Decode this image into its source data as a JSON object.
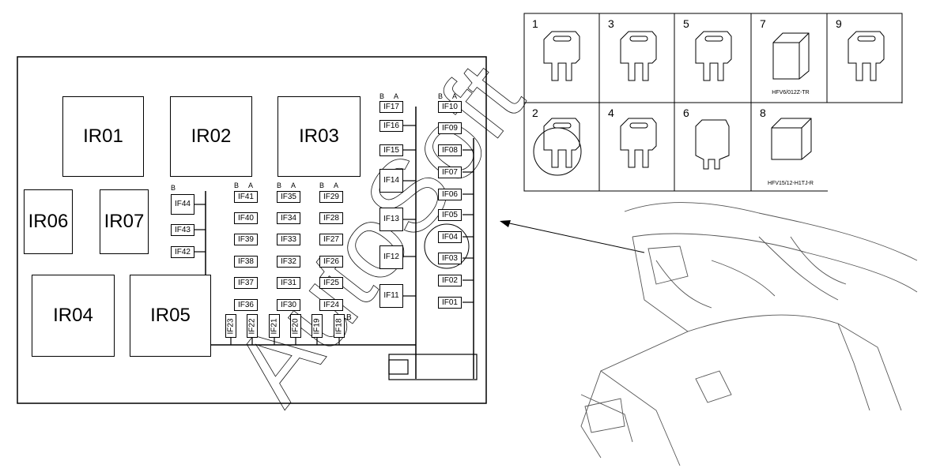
{
  "relays": [
    "IR01",
    "IR02",
    "IR03",
    "IR04",
    "IR05",
    "IR06",
    "IR07"
  ],
  "fuses_right": [
    "IF10",
    "IF09",
    "IF08",
    "IF07",
    "IF06",
    "IF05",
    "IF04",
    "IF03",
    "IF02",
    "IF01"
  ],
  "fuses_mid_col": [
    "IF17",
    "IF16",
    "IF15",
    "IF14",
    "IF13",
    "IF12",
    "IF11"
  ],
  "fuses_grid_col1": [
    "IF41",
    "IF40",
    "IF39",
    "IF38",
    "IF37",
    "IF36"
  ],
  "fuses_grid_col2": [
    "IF35",
    "IF34",
    "IF33",
    "IF32",
    "IF31",
    "IF30"
  ],
  "fuses_grid_col3": [
    "IF29",
    "IF28",
    "IF27",
    "IF26",
    "IF25",
    "IF24"
  ],
  "fuses_left_col": [
    "IF44",
    "IF43",
    "IF42"
  ],
  "fuses_vertical": [
    "IF23",
    "IF22",
    "IF21",
    "IF20",
    "IF19",
    "IF18"
  ],
  "terminal_labels": {
    "b": "B",
    "a": "A",
    "ba": "B  A"
  },
  "parts_numbers": [
    "1",
    "3",
    "5",
    "7",
    "9",
    "2",
    "4",
    "6",
    "8"
  ],
  "part_labels": {
    "p7": "HFV6/012Z-TR",
    "p8": "HFV15/12-H1TJ-R"
  },
  "watermark": "AutoSoft"
}
